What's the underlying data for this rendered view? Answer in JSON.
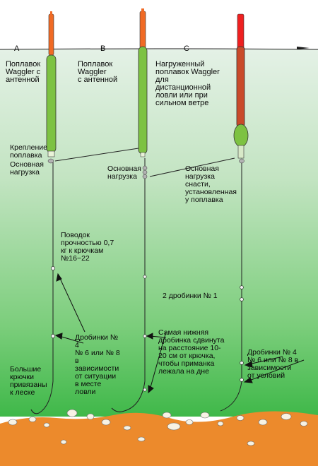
{
  "columns": [
    {
      "letter": "A",
      "title": "Поплавок\nWaggler с\nантенной"
    },
    {
      "letter": "B",
      "title": "Поплавок\nWaggler\nс антенной"
    },
    {
      "letter": "C",
      "title": "Нагруженный\nпоплавок Waggler\nдля\nдистанционной\nловли или при\nсильном ветре"
    }
  ],
  "labels": {
    "float_attachment": "Крепление\nпоплавка",
    "main_load_a": "Основная\nнагрузка",
    "main_load_b": "Основная\nнагрузка",
    "main_load_c": "Основная\nнагрузка\nснасти,\nустановленная\nу поплавка",
    "leader": "Поводок\nпрочностью 0,7\nкг к крючкам\n№16−22",
    "two_shots": "2 дробинки № 1",
    "shots_a": "Дробинки №\n4\n№ 6 или № 8\nв\nзависимости\nот ситуации\nв месте\nловли",
    "hooks": "Большие\nкрючки\nпривязаны\nк леске",
    "lowest_shot": "Самая нижняя\nдробинка сдвинута\nна расстояние 10-\n20 см от крючка,\nчтобы приманка\nлежала на дне",
    "shots_c": "Дробинки № 4\n№ 6 или № 8 в\nзависимости\nот условий"
  },
  "colors": {
    "water_top": "#e4f1e6",
    "water_bottom": "#3fb849",
    "bottom_soil": "#ec8a2c",
    "float_body": "#7dc242",
    "float_tip": "#f06a24",
    "float_c_body": "#c94a2a",
    "float_c_tip": "#ee2020"
  }
}
